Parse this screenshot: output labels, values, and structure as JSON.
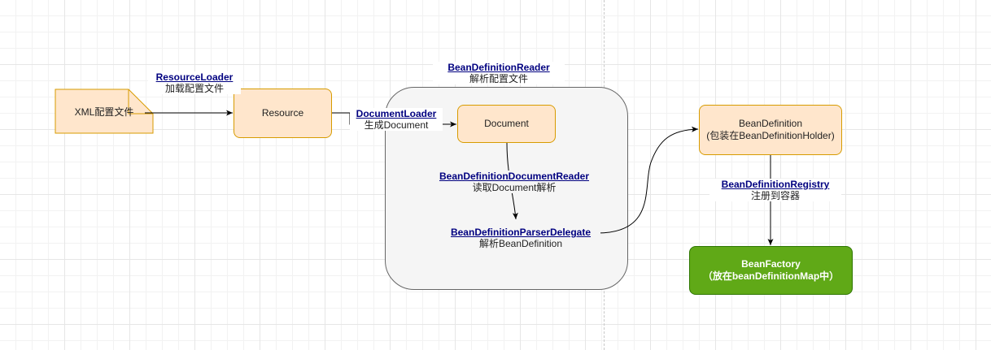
{
  "nodes": {
    "xml": {
      "label": "XML配置文件"
    },
    "resource": {
      "label": "Resource"
    },
    "document": {
      "label": "Document"
    },
    "bean_definition": {
      "line1": "BeanDefinition",
      "line2": "(包装在BeanDefinitionHolder)"
    },
    "bean_factory": {
      "line1": "BeanFactory",
      "line2": "（放在beanDefinitionMap中）"
    }
  },
  "labels": {
    "resource_loader": {
      "link": "ResourceLoader",
      "desc": "加载配置文件"
    },
    "bean_definition_reader": {
      "link": "BeanDefinitionReader",
      "desc": "解析配置文件"
    },
    "document_loader": {
      "link": "DocumentLoader",
      "desc": "生成Document"
    },
    "bean_definition_document_reader": {
      "link": "BeanDefinitionDocumentReader",
      "desc": "读取Document解析"
    },
    "bean_definition_parser_delegate": {
      "link": "BeanDefinitionParserDelegate",
      "desc": "解析BeanDefinition"
    },
    "bean_definition_registry": {
      "link": "BeanDefinitionRegistry",
      "desc": "注册到容器"
    }
  },
  "colors": {
    "node_fill": "#ffe6cc",
    "node_stroke": "#d79b00",
    "container_fill": "#f5f5f5",
    "container_stroke": "#666666",
    "factory_fill": "#60a917",
    "factory_stroke": "#2d7600",
    "link_text": "#000080",
    "edge": "#000000"
  }
}
